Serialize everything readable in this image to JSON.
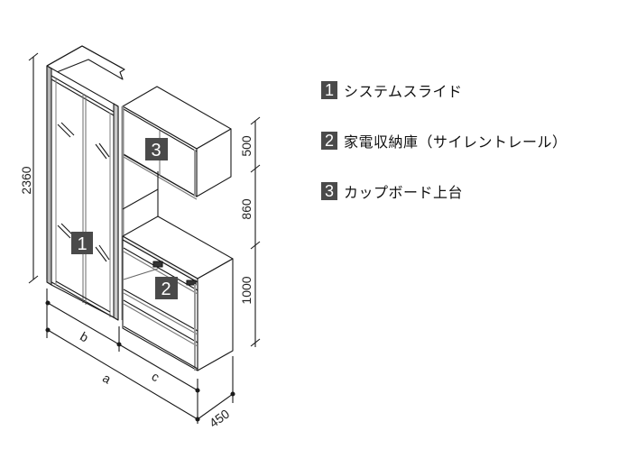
{
  "legend": {
    "items": [
      {
        "number": "1",
        "label": "システムスライド"
      },
      {
        "number": "2",
        "label": "家電収納庫（サイレントレール）"
      },
      {
        "number": "3",
        "label": "カップボード上台"
      }
    ]
  },
  "figure": {
    "callouts": [
      {
        "number": "1",
        "target": "tall-cabinet-system-slide"
      },
      {
        "number": "2",
        "target": "appliance-storage"
      },
      {
        "number": "3",
        "target": "cupboard-upper-unit"
      }
    ],
    "dimensions": {
      "total_height": "2360",
      "upper_unit_height": "500",
      "gap_height": "860",
      "lower_unit_height": "1000",
      "depth": "450",
      "width_total": "a",
      "width_tall": "b",
      "width_lower": "c"
    }
  },
  "colors": {
    "badge_bg": "#4a4a4a",
    "line": "#1a1a1a",
    "panel_edge": "#9a9a9a"
  }
}
